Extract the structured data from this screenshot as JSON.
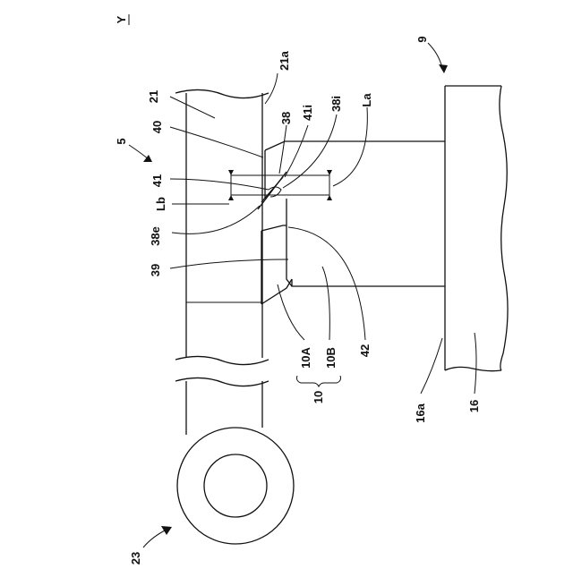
{
  "labels": {
    "axis_y": "Y",
    "ref_5": "5",
    "ref_9": "9",
    "ref_10": "10",
    "ref_10A": "10A",
    "ref_10B": "10B",
    "ref_16": "16",
    "ref_16a": "16a",
    "ref_21": "21",
    "ref_21a": "21a",
    "ref_23": "23",
    "ref_38": "38",
    "ref_38e": "38e",
    "ref_38i": "38i",
    "ref_39": "39",
    "ref_40": "40",
    "ref_41": "41",
    "ref_41i": "41i",
    "ref_42": "42",
    "ref_La": "La",
    "ref_Lb": "Lb"
  }
}
